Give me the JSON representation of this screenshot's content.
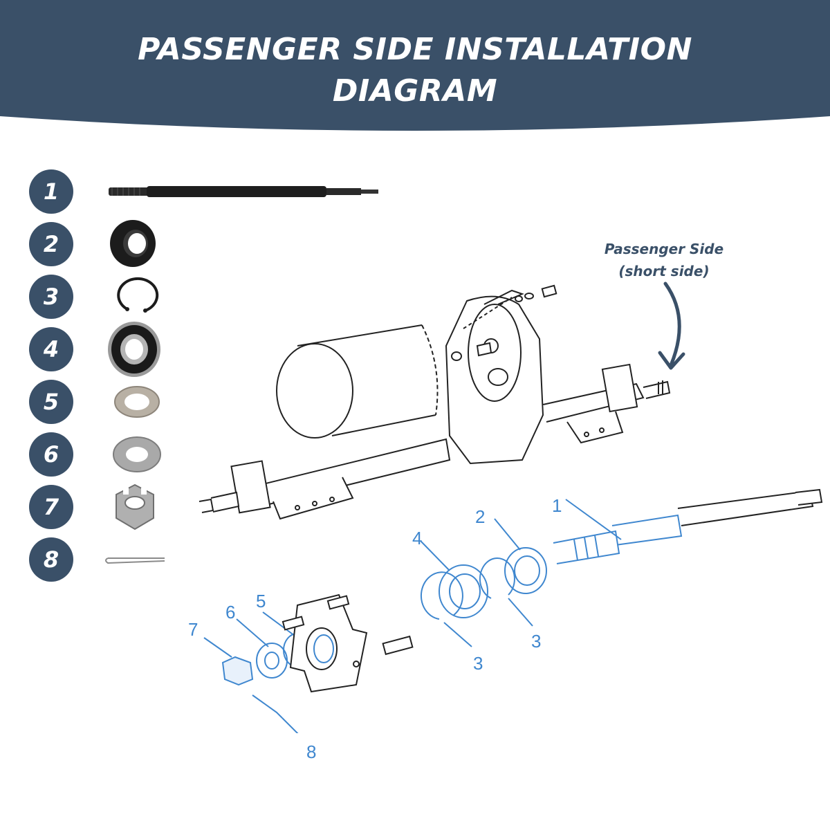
{
  "header": {
    "title_line1": "PASSENGER SIDE INSTALLATION",
    "title_line2": "DIAGRAM",
    "background_color": "#3a5068"
  },
  "parts_list": [
    {
      "number": "1",
      "icon": "axle-shaft-icon"
    },
    {
      "number": "2",
      "icon": "oil-seal-icon"
    },
    {
      "number": "3",
      "icon": "retaining-ring-icon"
    },
    {
      "number": "4",
      "icon": "bearing-icon"
    },
    {
      "number": "5",
      "icon": "thin-washer-icon"
    },
    {
      "number": "6",
      "icon": "flat-washer-icon"
    },
    {
      "number": "7",
      "icon": "castle-nut-icon"
    },
    {
      "number": "8",
      "icon": "cotter-pin-icon"
    }
  ],
  "callout": {
    "line1": "Passenger Side",
    "line2": "(short side)"
  },
  "diagram_labels": [
    {
      "text": "1"
    },
    {
      "text": "2"
    },
    {
      "text": "4"
    },
    {
      "text": "3"
    },
    {
      "text": "3"
    },
    {
      "text": "5"
    },
    {
      "text": "6"
    },
    {
      "text": "7"
    },
    {
      "text": "8"
    }
  ],
  "colors": {
    "badge": "#3a5068",
    "highlight": "#3f87cf",
    "line_art": "#222222"
  }
}
